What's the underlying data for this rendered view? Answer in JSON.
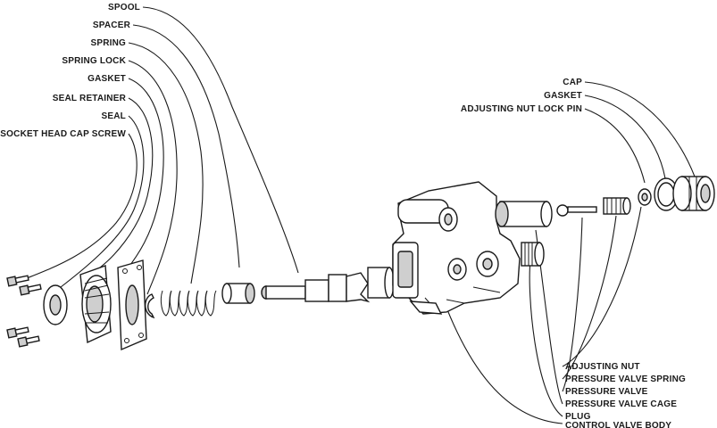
{
  "labels_left": [
    {
      "id": "spool",
      "text": "SPOOL"
    },
    {
      "id": "spacer",
      "text": "SPACER"
    },
    {
      "id": "spring",
      "text": "SPRING"
    },
    {
      "id": "spring-lock",
      "text": "SPRING LOCK"
    },
    {
      "id": "gasket",
      "text": "GASKET"
    },
    {
      "id": "seal-retainer",
      "text": "SEAL RETAINER"
    },
    {
      "id": "seal",
      "text": "SEAL"
    },
    {
      "id": "socket-head-cap-screw",
      "text": "SOCKET HEAD CAP SCREW"
    }
  ],
  "labels_top_right": [
    {
      "id": "cap",
      "text": "CAP"
    },
    {
      "id": "gasket-2",
      "text": "GASKET"
    },
    {
      "id": "adjusting-nut-lock-pin",
      "text": "ADJUSTING NUT LOCK PIN"
    }
  ],
  "labels_bottom_right": [
    {
      "id": "adjusting-nut",
      "text": "ADJUSTING NUT"
    },
    {
      "id": "pressure-valve-spring",
      "text": "PRESSURE VALVE SPRING"
    },
    {
      "id": "pressure-valve",
      "text": "PRESSURE VALVE"
    },
    {
      "id": "pressure-valve-cage",
      "text": "PRESSURE VALVE CAGE"
    },
    {
      "id": "plug",
      "text": "PLUG"
    },
    {
      "id": "control-valve-body",
      "text": "CONTROL VALVE BODY"
    }
  ],
  "colors": {
    "ink": "#1a1a1a",
    "paper": "#ffffff"
  }
}
